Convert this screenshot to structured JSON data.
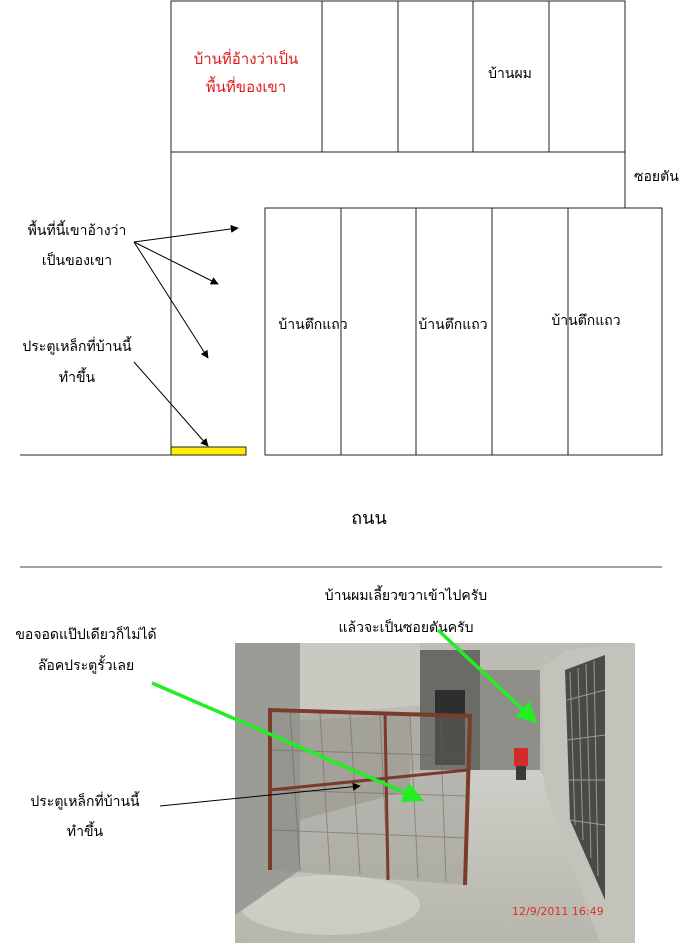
{
  "diagram": {
    "claimed_house_label_line1": "บ้านที่อ้างว่าเป็น",
    "claimed_house_label_line2": "พื้นที่ของเขา",
    "my_house_label": "บ้านผม",
    "dead_end_label": "ซอยตัน",
    "area_claim_line1": "พื้นที่นี้เขาอ้างว่า",
    "area_claim_line2": "เป็นของเขา",
    "gate_note_line1": "ประตูเหล็กที่บ้านนี้",
    "gate_note_line2": "ทำขึ้น",
    "row_house_labels": [
      "บ้านตึกแถว",
      "บ้านตึกแถว",
      "บ้านตึกแถว"
    ],
    "road_label": "ถนน"
  },
  "photo_section": {
    "turn_note_line1": "บ้านผมเลี้ยวขวาเข้าไปครับ",
    "turn_note_line2": "แล้วจะเป็นซอยตันครับ",
    "parking_note_line1": "ขอจอดแป๊ปเดียวก็ไม่ได้",
    "parking_note_line2": "ล๊อคประตูรั้วเลย",
    "gate_note_line1": "ประตูเหล็กที่บ้านนี้",
    "gate_note_line2": "ทำขึ้น",
    "timestamp": "12/9/2011  16:49"
  },
  "colors": {
    "claim_text": "#e01b1b",
    "gate_bar": "#ffee00",
    "green_arrow": "#22ee22",
    "timestamp": "#e03020"
  }
}
